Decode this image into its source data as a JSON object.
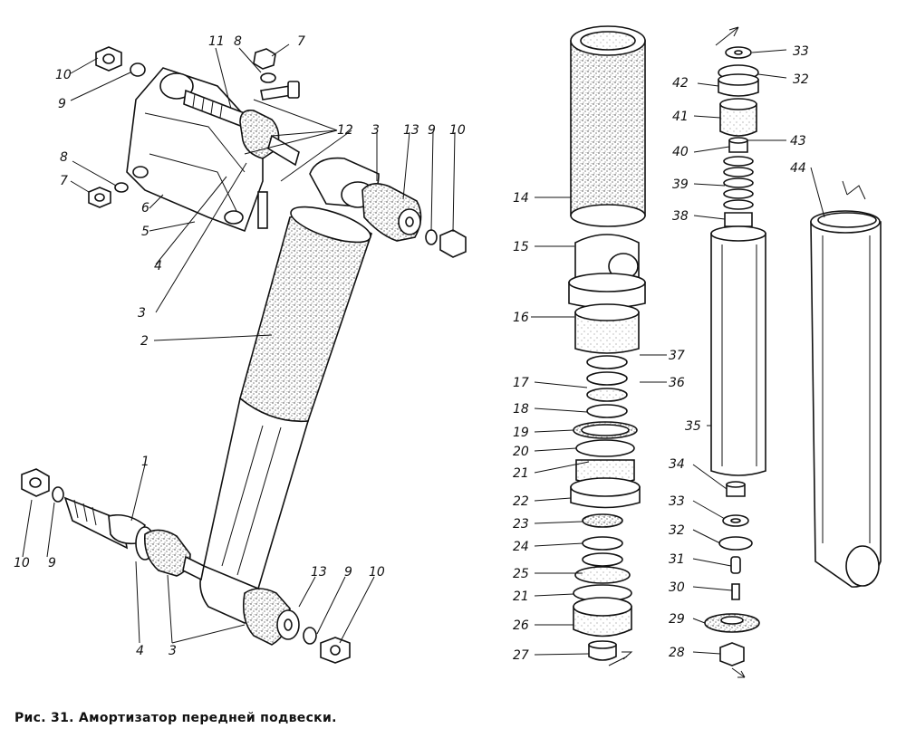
{
  "caption": "Рис. 31. Амортизатор передней подвески.",
  "colors": {
    "ink": "#111111",
    "paper": "#ffffff",
    "stipple": "#5a5a5a"
  },
  "labels": {
    "left_assembly": [
      "10",
      "9",
      "11",
      "8",
      "7",
      "12",
      "8",
      "7",
      "6",
      "5",
      "4",
      "3",
      "3",
      "13",
      "9",
      "10",
      "2",
      "1",
      "10",
      "9",
      "4",
      "3",
      "13",
      "9",
      "10"
    ],
    "center_column": [
      "14",
      "15",
      "16",
      "37",
      "17",
      "36",
      "18",
      "19",
      "20",
      "21",
      "22",
      "23",
      "24",
      "25",
      "21",
      "26",
      "27"
    ],
    "right_column": [
      "33",
      "42",
      "32",
      "41",
      "40",
      "43",
      "39",
      "38",
      "35",
      "44",
      "34",
      "33",
      "32",
      "31",
      "30",
      "29",
      "28"
    ]
  }
}
